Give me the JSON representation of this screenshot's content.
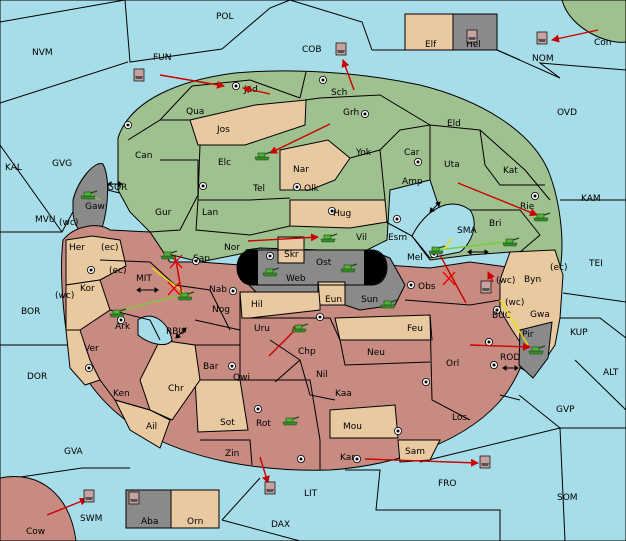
{
  "sea_areas": [
    {
      "id": "POL",
      "label": "POL"
    },
    {
      "id": "NVM",
      "label": "NVM"
    },
    {
      "id": "FUN",
      "label": "FUN"
    },
    {
      "id": "COB",
      "label": "COB"
    },
    {
      "id": "NOM",
      "label": "NOM"
    },
    {
      "id": "Con",
      "label": "Con"
    },
    {
      "id": "OVD",
      "label": "OVD"
    },
    {
      "id": "KAL",
      "label": "KAL"
    },
    {
      "id": "GVG",
      "label": "GVG"
    },
    {
      "id": "GOR",
      "label": "GOR"
    },
    {
      "id": "KAM",
      "label": "KAM"
    },
    {
      "id": "MVU",
      "label": "MVU"
    },
    {
      "id": "SMA",
      "label": "SMA"
    },
    {
      "id": "TEI",
      "label": "TEI"
    },
    {
      "id": "MIT",
      "label": "MIT"
    },
    {
      "id": "BOR",
      "label": "BOR"
    },
    {
      "id": "RBU",
      "label": "RBU"
    },
    {
      "id": "BUC",
      "label": "BUC"
    },
    {
      "id": "KUP",
      "label": "KUP"
    },
    {
      "id": "DOR",
      "label": "DOR"
    },
    {
      "id": "ROD",
      "label": "ROD"
    },
    {
      "id": "ALT",
      "label": "ALT"
    },
    {
      "id": "GVP",
      "label": "GVP"
    },
    {
      "id": "GVA",
      "label": "GVA"
    },
    {
      "id": "FRO",
      "label": "FRO"
    },
    {
      "id": "SOM",
      "label": "SOM"
    },
    {
      "id": "LIT",
      "label": "LIT"
    },
    {
      "id": "SWM",
      "label": "SWM"
    },
    {
      "id": "DAX",
      "label": "DAX"
    },
    {
      "id": "Cow",
      "label": "Cow"
    }
  ],
  "land_areas": [
    {
      "id": "Jad",
      "label": "Jad"
    },
    {
      "id": "Sch",
      "label": "Sch"
    },
    {
      "id": "Qua",
      "label": "Qua"
    },
    {
      "id": "Grh",
      "label": "Grh"
    },
    {
      "id": "Eld",
      "label": "Eld"
    },
    {
      "id": "Jos",
      "label": "Jos"
    },
    {
      "id": "Can",
      "label": "Can"
    },
    {
      "id": "Yok",
      "label": "Yok"
    },
    {
      "id": "Car",
      "label": "Car"
    },
    {
      "id": "Elc",
      "label": "Elc"
    },
    {
      "id": "Nar",
      "label": "Nar"
    },
    {
      "id": "Uta",
      "label": "Uta"
    },
    {
      "id": "Kat",
      "label": "Kat"
    },
    {
      "id": "Tel",
      "label": "Tel"
    },
    {
      "id": "Olk",
      "label": "Olk"
    },
    {
      "id": "Amp",
      "label": "Amp"
    },
    {
      "id": "Gaw",
      "label": "Gaw"
    },
    {
      "id": "Gur",
      "label": "Gur"
    },
    {
      "id": "Lan",
      "label": "Lan"
    },
    {
      "id": "Hug",
      "label": "Hug"
    },
    {
      "id": "Rie",
      "label": "Rie"
    },
    {
      "id": "Bri",
      "label": "Bri"
    },
    {
      "id": "Her",
      "label": "Her"
    },
    {
      "id": "Nor",
      "label": "Nor"
    },
    {
      "id": "Vil",
      "label": "Vil"
    },
    {
      "id": "Esm",
      "label": "Esm"
    },
    {
      "id": "Skr",
      "label": "Skr"
    },
    {
      "id": "Sap",
      "label": "Sap"
    },
    {
      "id": "Ost",
      "label": "Ost"
    },
    {
      "id": "Mel",
      "label": "Mel"
    },
    {
      "id": "Byn",
      "label": "Byn"
    },
    {
      "id": "Web",
      "label": "Web"
    },
    {
      "id": "Kor",
      "label": "Kor"
    },
    {
      "id": "Nab",
      "label": "Nab"
    },
    {
      "id": "Obs",
      "label": "Obs"
    },
    {
      "id": "Eun",
      "label": "Eun"
    },
    {
      "id": "Sun",
      "label": "Sun"
    },
    {
      "id": "Hil",
      "label": "Hil"
    },
    {
      "id": "Gwa",
      "label": "Gwa"
    },
    {
      "id": "Ark",
      "label": "Ark"
    },
    {
      "id": "Nog",
      "label": "Nog"
    },
    {
      "id": "Uru",
      "label": "Uru"
    },
    {
      "id": "Feu",
      "label": "Feu"
    },
    {
      "id": "Pir",
      "label": "Pir"
    },
    {
      "id": "Ver",
      "label": "Ver"
    },
    {
      "id": "Chp",
      "label": "Chp"
    },
    {
      "id": "Neu",
      "label": "Neu"
    },
    {
      "id": "Orl",
      "label": "Orl"
    },
    {
      "id": "Bar",
      "label": "Bar"
    },
    {
      "id": "Qwi",
      "label": "Qwi"
    },
    {
      "id": "Nil",
      "label": "Nil"
    },
    {
      "id": "Ken",
      "label": "Ken"
    },
    {
      "id": "Chr",
      "label": "Chr"
    },
    {
      "id": "Kaa",
      "label": "Kaa"
    },
    {
      "id": "Ail",
      "label": "Ail"
    },
    {
      "id": "Sot",
      "label": "Sot"
    },
    {
      "id": "Rot",
      "label": "Rot"
    },
    {
      "id": "Mou",
      "label": "Mou"
    },
    {
      "id": "Los",
      "label": "Los"
    },
    {
      "id": "Zin",
      "label": "Zin"
    },
    {
      "id": "Kar",
      "label": "Kar"
    },
    {
      "id": "Sam",
      "label": "Sam"
    },
    {
      "id": "Elf",
      "label": "Elf"
    },
    {
      "id": "Hel",
      "label": "Hel"
    },
    {
      "id": "Aba",
      "label": "Aba"
    },
    {
      "id": "Orn",
      "label": "Orn"
    }
  ],
  "coast_labels": [
    {
      "id": "wc_her",
      "label": "(wc)"
    },
    {
      "id": "ec_her",
      "label": "(ec)"
    },
    {
      "id": "wc_kor",
      "label": "(wc)"
    },
    {
      "id": "ec_kor",
      "label": "(ec)"
    },
    {
      "id": "wc_byn",
      "label": "(wc)"
    },
    {
      "id": "ec_byn",
      "label": "(ec)"
    },
    {
      "id": "wc_gwa",
      "label": "(wc)"
    }
  ],
  "colors": {
    "sea": "#a7dde9",
    "green": "#9fc08f",
    "tan": "#e9c9a0",
    "rose": "#c78b82",
    "gray": "#8a8a8a",
    "move": "#cc0000",
    "support": "#7ccd3b"
  }
}
